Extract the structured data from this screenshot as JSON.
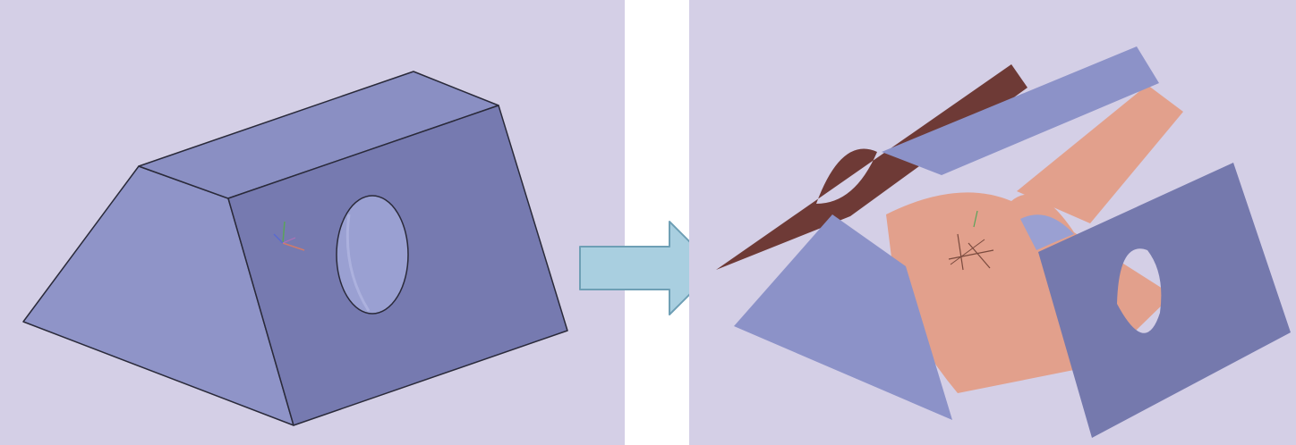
{
  "colors": {
    "viewport_bg": "#d4cfe6",
    "separator_bg": "#ffffff",
    "solid_face_light": "#8f94c8",
    "solid_face_mid": "#8a8fc3",
    "solid_face_dark": "#767ab0",
    "solid_edge": "#2a2a3a",
    "hole_fill": "#9aa0d2",
    "arrow_fill": "#a9cfe0",
    "arrow_stroke": "#6e9fb5",
    "surface_blue": "#8c92c8",
    "surface_blue_dark": "#7579ad",
    "surface_orange": "#e2a08c",
    "surface_brown": "#6e3a36"
  },
  "diagram": {
    "left": {
      "name": "solid-wedge-with-hole",
      "axis_triad": true
    },
    "arrow": {
      "direction": "right"
    },
    "right": {
      "name": "exploded-surfaces",
      "axis_triad": true
    }
  }
}
